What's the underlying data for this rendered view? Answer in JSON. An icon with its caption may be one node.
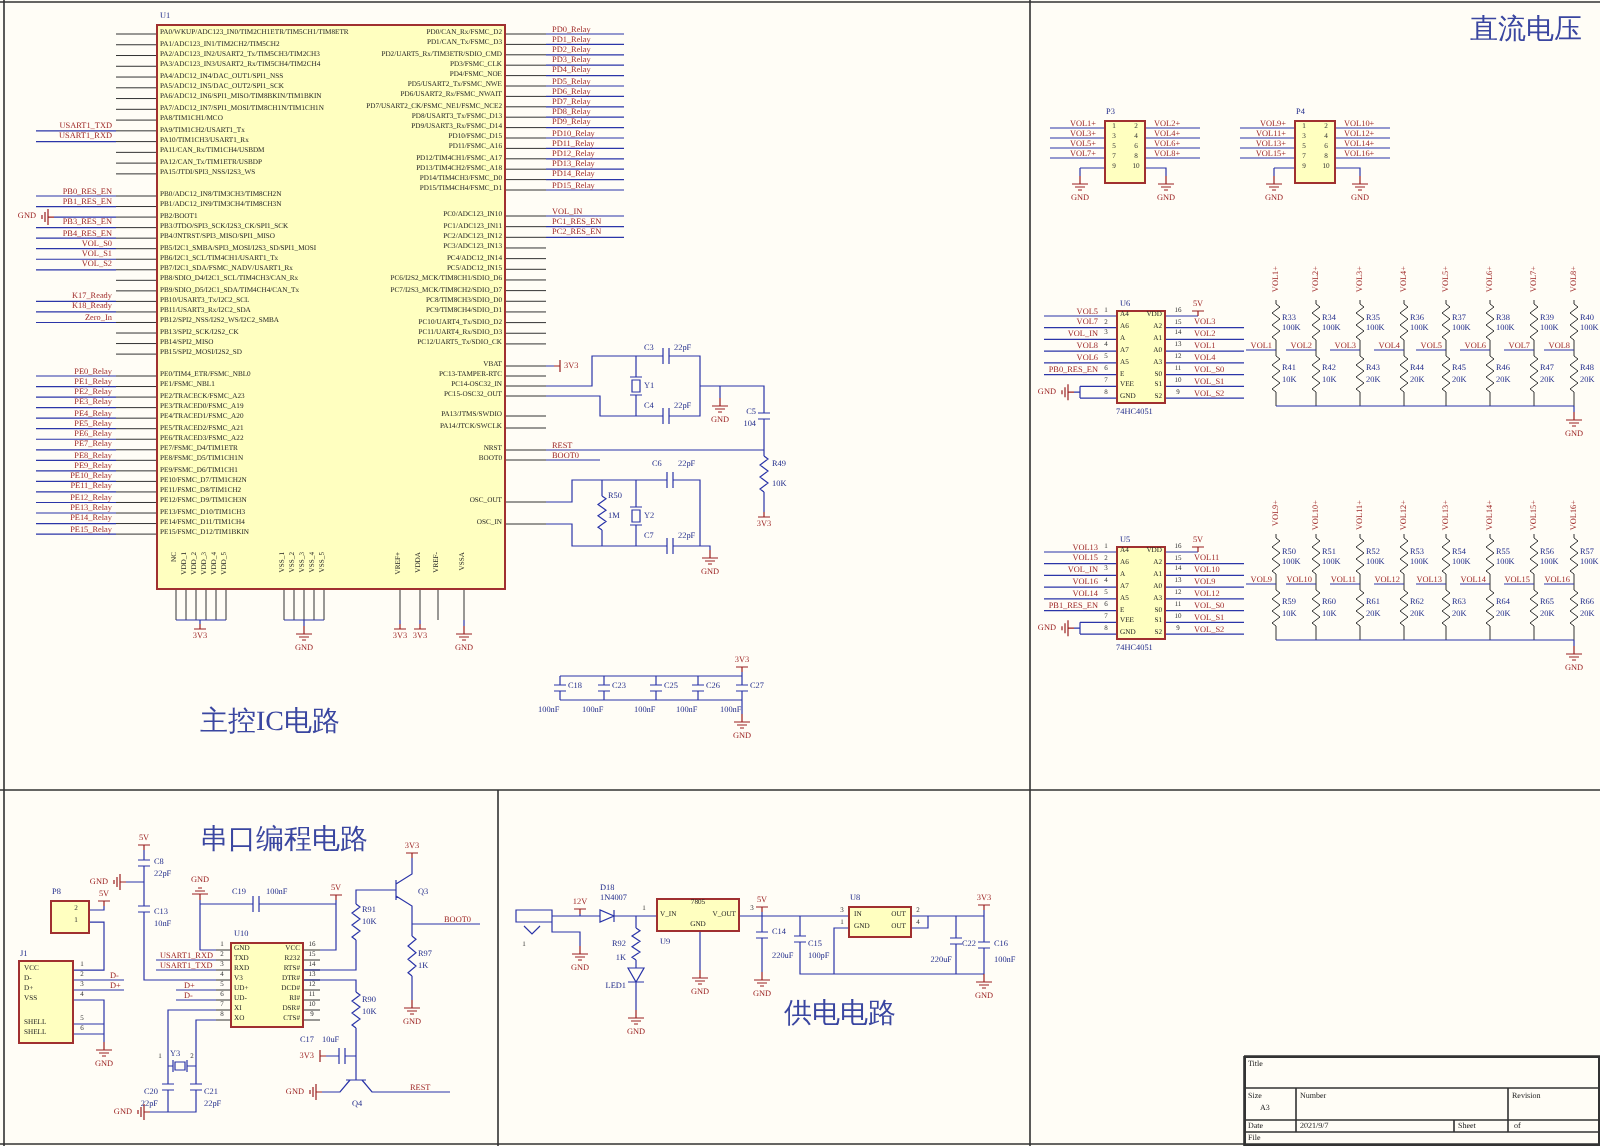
{
  "diagram": {
    "nodes": [
      {
        "text": [
          "U1",
          "PA0/WKUP/ADC123_IN0/TIM2CH1ETR/TIM5CH1/TIM8ETR",
          "PA1/ADC123_IN1/TIM2CH2/TIM5CH2",
          "PA2/ADC123_IN2/USART2_Tx/TIM5CH3/TIM2CH3",
          "PA3/ADC123_IN3/USART2_Rx/TIM5CH4/TIM2CH4",
          "PA4/ADC12_IN4/DAC_OUT1/SPI1_NSS",
          "PA5/ADC12_IN5/DAC_OUT2/SPI1_SCK",
          "PA6/ADC12_IN6/SPI1_MISO/TIM8BKIN/TIM1BKIN",
          "PA7/ADC12_IN7/SPI1_MOSI/TIM8CH1N/TIM1CH1N",
          "PA8/TIM1CH1/MCO",
          "PA9/TIM1CH2/USART1_Tx",
          "PA10/TIM1CH3/USART1_Rx",
          "PA11/CAN_Rx/TIM1CH4/USBDM",
          "PA12/CAN_Tx/TIM1ETR/USBDP",
          "PA15/JTDI/SPI3_NSS/I2S3_WS",
          "PB0/ADC12_IN8/TIM3CH3/TIM8CH2N",
          "PB1/ADC12_IN9/TIM3CH4/TIM8CH3N",
          "PB2/BOOT1",
          "PB3/JTDO/SPI3_SCK/I2S3_CK/SPI1_SCK",
          "PB4/JNTRST/SPI3_MISO/SPI1_MISO",
          "PB5/I2C1_SMBA/SPI3_MOSI/I2S3_SD/SPI1_MOSI",
          "PB6/I2C1_SCL/TIM4CH1/USART1_Tx",
          "PB7/I2C1_SDA/FSMC_NADV/USART1_Rx",
          "PB8/SDIO_D4/I2C1_SCL/TIM4CH3/CAN_Rx",
          "PB9/SDIO_D5/I2C1_SDA/TIM4CH4/CAN_Tx",
          "PB10/USART3_Tx/I2C2_SCL",
          "PB11/USART3_Rx/I2C2_SDA",
          "PB12/SPI2_NSS/I2S2_WS/I2C2_SMBA",
          "PB13/SPI2_SCK/I2S2_CK",
          "PB14/SPI2_MISO",
          "PB15/SPI2_MOSI/I2S2_SD",
          "PE0/TIM4_ETR/FSMC_NBL0",
          "PE1/FSMC_NBL1",
          "PE2/TRACECK/FSMC_A23",
          "PE3/TRACED0/FSMC_A19",
          "PE4/TRACED1/FSMC_A20",
          "PE5/TRACED2/FSMC_A21",
          "PE6/TRACED3/FSMC_A22",
          "PE7/FSMC_D4/TIM1ETR",
          "PE8/FSMC_D5/TIM1CH1N",
          "PE9/FSMC_D6/TIM1CH1",
          "PE10/FSMC_D7/TIM1CH2N",
          "PE11/FSMC_D8/TIM1CH2",
          "PE12/FSMC_D9/TIM1CH3N",
          "PE13/FSMC_D10/TIM1CH3",
          "PE14/FSMC_D11/TIM1CH4",
          "PE15/FSMC_D12/TIM1BKIN",
          "PD0/CAN_Rx/FSMC_D2",
          "PD1/CAN_Tx/FSMC_D3",
          "PD2/UART5_Rx/TIM3ETR/SDIO_CMD",
          "PD3/FSMC_CLK",
          "PD4/FSMC_NOE",
          "PD5/USART2_Tx/FSMC_NWE",
          "PD6/USART2_Rx/FSMC_NWAIT",
          "PD7/USART2_CK/FSMC_NE1/FSMC_NCE2",
          "PD8/USART3_Tx/FSMC_D13",
          "PD9/USART3_Rx/FSMC_D14",
          "PD10/FSMC_D15",
          "PD11/FSMC_A16",
          "PD12/TIM4CH1/FSMC_A17",
          "PD13/TIM4CH2/FSMC_A18",
          "PD14/TIM4CH3/FSMC_D0",
          "PD15/TIM4CH4/FSMC_D1",
          "PC0/ADC123_IN10",
          "PC1/ADC123_IN11",
          "PC2/ADC123_IN12",
          "PC3/ADC123_IN13",
          "PC4/ADC12_IN14",
          "PC5/ADC12_IN15",
          "PC6/I2S2_MCK/TIM8CH1/SDIO_D6",
          "PC7/I2S3_MCK/TIM8CH2/SDIO_D7",
          "PC8/TIM8CH3/SDIO_D0",
          "PC9/TIM8CH4/SDIO_D1",
          "PC10/UART4_Tx/SDIO_D2",
          "PC11/UART4_Rx/SDIO_D3",
          "PC12/UART5_Tx/SDIO_CK",
          "VBAT",
          "PC13-TAMPER-RTC",
          "PC14-OSC32_IN",
          "PC15-OSC32_OUT",
          "PA13/JTMS/SWDIO",
          "PA14/JTCK/SWCLK",
          "NRST",
          "BOOT0",
          "OSC_OUT",
          "OSC_IN",
          "NC",
          "VDD_1",
          "VDD_2",
          "VDD_3",
          "VDD_4",
          "VDD_5",
          "VSS_1",
          "VSS_2",
          "VSS_3",
          "VSS_4",
          "VSS_5",
          "VREF+",
          "VDDA",
          "VREF-",
          "VSSA"
        ]
      },
      {
        "text": [
          "P3",
          "1",
          "2",
          "3",
          "4",
          "5",
          "6",
          "7",
          "8",
          "9",
          "10"
        ]
      },
      {
        "text": [
          "P4",
          "1",
          "2",
          "3",
          "4",
          "5",
          "6",
          "7",
          "8",
          "9",
          "10"
        ]
      },
      {
        "text": [
          "U6",
          "A4",
          "A6",
          "A",
          "A7",
          "A5",
          "E",
          "VEE",
          "GND",
          "VDD",
          "A2",
          "A1",
          "A0",
          "A3",
          "S0",
          "S1",
          "S2"
        ],
        "beside": [
          "74HC4051"
        ]
      },
      {
        "text": [
          "U5",
          "A4",
          "A6",
          "A",
          "A7",
          "A5",
          "E",
          "VEE",
          "GND",
          "VDD",
          "A2",
          "A1",
          "A0",
          "A3",
          "S0",
          "S1",
          "S2"
        ],
        "beside": [
          "74HC4051"
        ]
      },
      {
        "text": [
          "P8",
          "2",
          "1"
        ]
      },
      {
        "text": [
          "J1",
          "VCC",
          "D-",
          "D+",
          "VSS",
          "SHELL",
          "SHELL"
        ]
      },
      {
        "text": [
          "U10",
          "GND",
          "TXD",
          "RXD",
          "V3",
          "UD+",
          "UD-",
          "XI",
          "XO",
          "VCC",
          "R232",
          "RTS#",
          "DTR#",
          "DCD#",
          "RI#",
          "DSR#",
          "CTS#"
        ]
      },
      {
        "text": [
          "7805",
          "V_IN",
          "V_OUT",
          "GND"
        ],
        "beside": [
          "U9"
        ]
      },
      {
        "text": [
          "U8",
          "IN",
          "OUT",
          "GND",
          "OUT"
        ]
      },
      {
        "text": [
          "Title",
          "Size",
          "A3",
          "Number",
          "Revision",
          "Date",
          "2021/9/7",
          "Sheet",
          "of",
          "File"
        ]
      }
    ],
    "edges": [
      {
        "from": 8,
        "to": 9,
        "arrow": "none"
      },
      {
        "from": 5,
        "to": 6,
        "arrow": "none"
      }
    ],
    "labels": [
      "USART1_TXD",
      "USART1_RXD",
      "PB0_RES_EN",
      "PB1_RES_EN",
      "GND",
      "PB3_RES_EN",
      "PB4_RES_EN",
      "VOL_S0",
      "VOL_S1",
      "VOL_S2",
      "K17_Ready",
      "K18_Ready",
      "Zero_In",
      "PE0_Relay",
      "PE1_Relay",
      "PE2_Relay",
      "PE3_Relay",
      "PE4_Relay",
      "PE5_Relay",
      "PE6_Relay",
      "PE7_Relay",
      "PE8_Relay",
      "PE9_Relay",
      "PE10_Relay",
      "PE11_Relay",
      "PE12_Relay",
      "PE13_Relay",
      "PE14_Relay",
      "PE15_Relay",
      "PD0_Relay",
      "PD1_Relay",
      "PD2_Relay",
      "PD3_Relay",
      "PD4_Relay",
      "PD5_Relay",
      "PD6_Relay",
      "PD7_Relay",
      "PD8_Relay",
      "PD9_Relay",
      "PD10_Relay",
      "PD11_Relay",
      "PD12_Relay",
      "PD13_Relay",
      "PD14_Relay",
      "PD15_Relay",
      "VOL_IN",
      "PC1_RES_EN",
      "PC2_RES_EN",
      "3V3",
      "REST",
      "BOOT0",
      "3V3",
      "GND",
      "3V3",
      "3V3",
      "GND",
      "C3",
      "22pF",
      "Y1",
      "C4",
      "22pF",
      "GND",
      "C5",
      "104",
      "R49",
      "10K",
      "3V3",
      "R50",
      "1M",
      "Y2",
      "C6",
      "22pF",
      "C7",
      "22pF",
      "GND",
      "3V3",
      "C18",
      "100nF",
      "C23",
      "100nF",
      "C25",
      "100nF",
      "C26",
      "100nF",
      "C27",
      "100nF",
      "GND",
      "主控IC电路",
      "直流电压",
      "VOL1+",
      "VOL2+",
      "VOL3+",
      "VOL4+",
      "VOL5+",
      "VOL6+",
      "VOL7+",
      "VOL8+",
      "GND",
      "GND",
      "VOL9+",
      "VOL10+",
      "VOL11+",
      "VOL12+",
      "VOL13+",
      "VOL14+",
      "VOL15+",
      "VOL16+",
      "GND",
      "GND",
      "VOL5",
      "VOL7",
      "VOL_IN",
      "VOL8",
      "VOL6",
      "PB0_RES_EN",
      "GND",
      "5V",
      "VOL3",
      "VOL2",
      "VOL1",
      "VOL4",
      "VOL_S0",
      "VOL_S1",
      "VOL_S2",
      "1",
      "2",
      "3",
      "4",
      "5",
      "6",
      "7",
      "8",
      "16",
      "15",
      "14",
      "13",
      "12",
      "11",
      "10",
      "9",
      "VOL1+",
      "R33",
      "100K",
      "VOL1",
      "R41",
      "10K",
      "VOL2+",
      "R34",
      "100K",
      "VOL2",
      "R42",
      "10K",
      "VOL3+",
      "R35",
      "100K",
      "VOL3",
      "R43",
      "20K",
      "VOL4+",
      "R36",
      "100K",
      "VOL4",
      "R44",
      "20K",
      "VOL5+",
      "R37",
      "100K",
      "VOL5",
      "R45",
      "20K",
      "VOL6+",
      "R38",
      "100K",
      "VOL6",
      "R46",
      "20K",
      "VOL7+",
      "R39",
      "100K",
      "VOL7",
      "R47",
      "20K",
      "VOL8+",
      "R40",
      "100K",
      "VOL8",
      "R48",
      "20K",
      "GND",
      "VOL13",
      "VOL15",
      "VOL_IN",
      "VOL16",
      "VOL14",
      "PB1_RES_EN",
      "GND",
      "5V",
      "VOL11",
      "VOL10",
      "VOL9",
      "VOL12",
      "VOL_S0",
      "VOL_S1",
      "VOL_S2",
      "1",
      "2",
      "3",
      "4",
      "5",
      "6",
      "7",
      "8",
      "16",
      "15",
      "14",
      "13",
      "12",
      "11",
      "10",
      "9",
      "VOL9+",
      "R50",
      "100K",
      "VOL9",
      "R59",
      "10K",
      "VOL10+",
      "R51",
      "100K",
      "VOL10",
      "R60",
      "10K",
      "VOL11+",
      "R52",
      "100K",
      "VOL11",
      "R61",
      "20K",
      "VOL12+",
      "R53",
      "100K",
      "VOL12",
      "R62",
      "20K",
      "VOL13+",
      "R54",
      "100K",
      "VOL13",
      "R63",
      "20K",
      "VOL14+",
      "R55",
      "100K",
      "VOL14",
      "R64",
      "20K",
      "VOL15+",
      "R56",
      "100K",
      "VOL15",
      "R65",
      "20K",
      "VOL16+",
      "R57",
      "100K",
      "VOL16",
      "R66",
      "20K",
      "GND",
      "串口编程电路",
      "5V",
      "D-",
      "D+",
      "GND",
      "1",
      "2",
      "3",
      "4",
      "5",
      "6",
      "C8",
      "22pF",
      "C13",
      "10nF",
      "5V",
      "GND",
      "USART1_RXD",
      "USART1_TXD",
      "D+",
      "D-",
      "1",
      "2",
      "3",
      "4",
      "5",
      "6",
      "7",
      "8",
      "16",
      "15",
      "14",
      "13",
      "12",
      "11",
      "10",
      "9",
      "GND",
      "C19",
      "100nF",
      "5V",
      "Y3",
      "1",
      "2",
      "C20",
      "22pF",
      "C21",
      "22pF",
      "GND",
      "R91",
      "10K",
      "R90",
      "10K",
      "3V3",
      "Q3",
      "R97",
      "1K",
      "BOOT0",
      "GND",
      "C17",
      "10uF",
      "3V3",
      "GND",
      "Q4",
      "REST",
      "1",
      "12V",
      "GND",
      "D18",
      "1N4007",
      "R92",
      "1K",
      "LED1",
      "GND",
      "1",
      "3",
      "GND",
      "5V",
      "C14",
      "220uF",
      "C15",
      "100pF",
      "GND",
      "3",
      "1",
      "2",
      "4",
      "C22",
      "220uF",
      "C16",
      "100nF",
      "3V3",
      "GND",
      "供电电路"
    ]
  }
}
